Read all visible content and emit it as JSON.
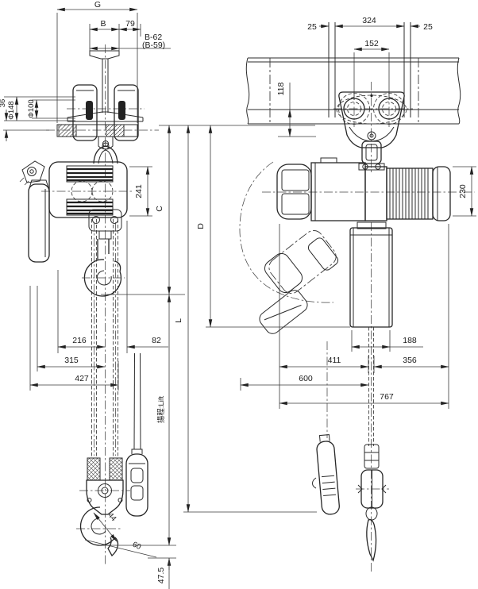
{
  "colors": {
    "line": "#2b2b2b",
    "background": "#ffffff"
  },
  "views": {
    "trolley_front": {
      "dims": {
        "g": "G",
        "b": "B",
        "n79": "79",
        "b62": "B-62",
        "b59": "(B-59)",
        "n36": "36",
        "d148": "Φ148",
        "d100": "Φ100"
      }
    },
    "suspension_side": {
      "dims": {
        "n25_left": "25",
        "n324": "324",
        "n25_right": "25",
        "n152": "152",
        "n118": "118"
      }
    },
    "hoist_front": {
      "dims": {
        "n241": "241",
        "c": "C",
        "n216": "216",
        "n82": "82",
        "n315": "315",
        "n427": "427",
        "n44": "44",
        "n60": "60",
        "n47_5": "47.5",
        "lift": "揚程:Lift"
      }
    },
    "middle": {
      "dims": {
        "l": "L",
        "d": "D"
      }
    },
    "hoist_side": {
      "dims": {
        "n230": "230",
        "n188": "188",
        "n411": "411",
        "n356": "356",
        "n600": "600",
        "n767": "767"
      }
    }
  }
}
